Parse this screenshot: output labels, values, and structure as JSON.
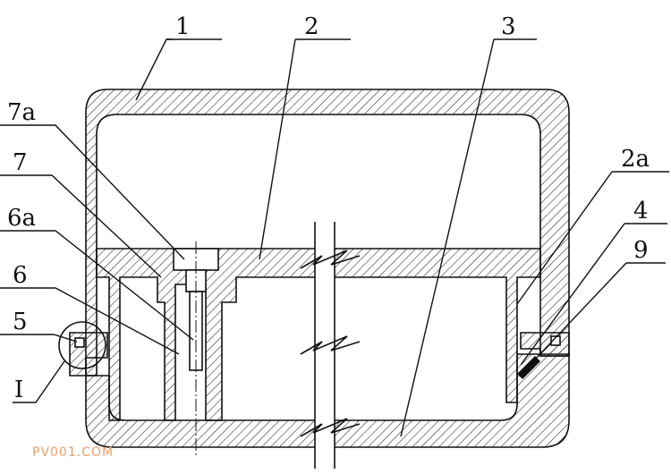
{
  "labels": {
    "l1": "1",
    "l2": "2",
    "l3": "3",
    "l2a": "2a",
    "l4": "4",
    "l9": "9",
    "l7a": "7a",
    "l7": "7",
    "l6a": "6a",
    "l6": "6",
    "l5": "5",
    "lI": "I"
  },
  "watermark": "PV001.COM"
}
